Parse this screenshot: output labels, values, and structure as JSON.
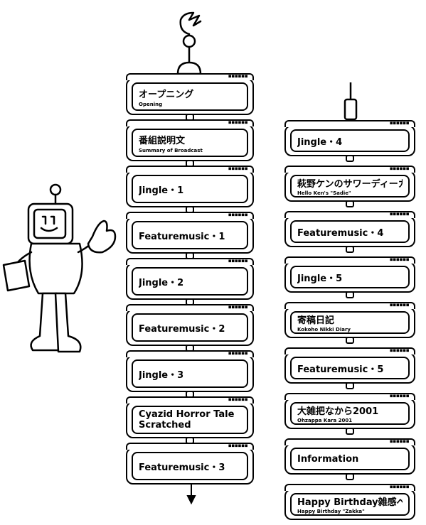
{
  "left_column": [
    {
      "title": "オープニング",
      "subtitle": "Opening"
    },
    {
      "title": "番組説明文",
      "subtitle": "Summary of Broadcast"
    },
    {
      "title": "Jingle・1",
      "subtitle": ""
    },
    {
      "title": "Featuremusic・1",
      "subtitle": ""
    },
    {
      "title": "Jingle・2",
      "subtitle": ""
    },
    {
      "title": "Featuremusic・2",
      "subtitle": ""
    },
    {
      "title": "Jingle・3",
      "subtitle": ""
    },
    {
      "title": "Cyazid Horror Tale",
      "title2": "Scratched",
      "subtitle": ""
    },
    {
      "title": "Featuremusic・3",
      "subtitle": ""
    }
  ],
  "right_column": [
    {
      "title": "Jingle・4",
      "subtitle": ""
    },
    {
      "title": "萩野ケンのサワーディーカ",
      "subtitle": "Hello Ken's \"Sadie\""
    },
    {
      "title": "Featuremusic・4",
      "subtitle": ""
    },
    {
      "title": "Jingle・5",
      "subtitle": ""
    },
    {
      "title": "寄稿日記",
      "subtitle": "Kokoho Nikki Diary"
    },
    {
      "title": "Featuremusic・5",
      "subtitle": ""
    },
    {
      "title": "大雑把なから2001",
      "subtitle": "Ohzappa Kara 2001"
    },
    {
      "title": "Information",
      "subtitle": ""
    },
    {
      "title": "Happy Birthday雑感ぺ",
      "subtitle": "Happy Birthday \"Zakka\""
    }
  ],
  "tab_dots": "■■■■■■"
}
